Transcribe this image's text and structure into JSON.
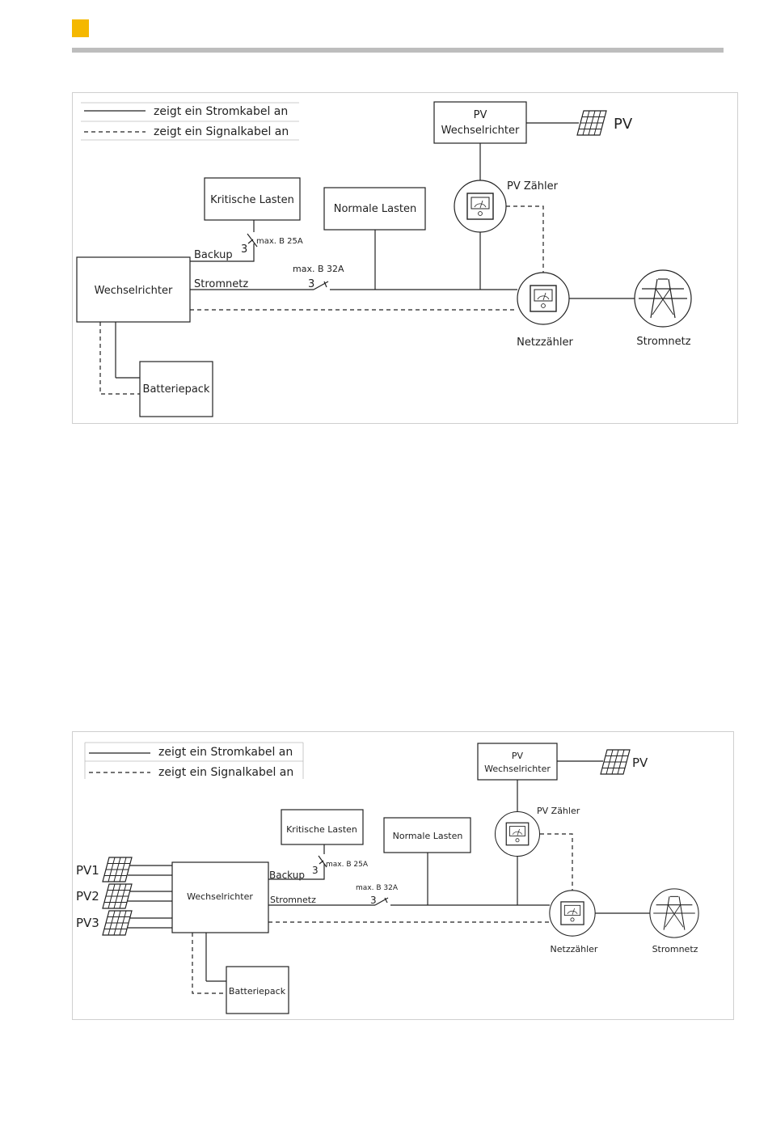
{
  "legend": {
    "power_cable": "zeigt ein Stromkabel an",
    "signal_cable": "zeigt ein Signalkabel an"
  },
  "labels": {
    "pv": "PV",
    "pv_inverter_line1": "PV",
    "pv_inverter_line2": "Wechselrichter",
    "pv_meter": "PV Zähler",
    "critical_loads": "Kritische Lasten",
    "normal_loads": "Normale Lasten",
    "inverter": "Wechselrichter",
    "battery": "Batteriepack",
    "backup": "Backup",
    "grid_port": "Stromnetz",
    "breaker_backup": "max. B 25A",
    "breaker_grid": "max. B 32A",
    "phases": "3",
    "grid_meter": "Netzzähler",
    "grid": "Stromnetz",
    "pv1": "PV1",
    "pv2": "PV2",
    "pv3": "PV3"
  },
  "colors": {
    "accent": "#f5b800",
    "rule": "#bdbdbd",
    "line": "#222222"
  }
}
